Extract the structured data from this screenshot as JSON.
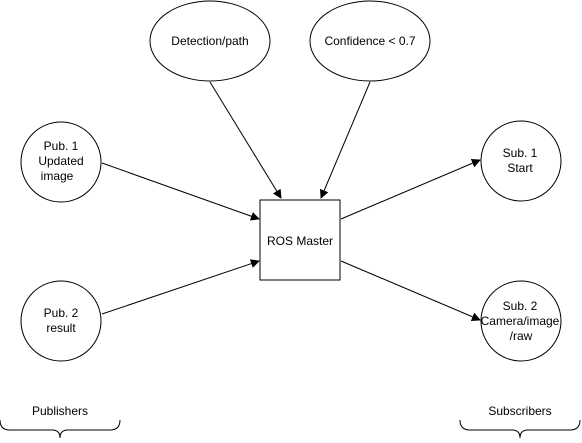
{
  "diagram": {
    "nodes": {
      "detection": {
        "lines": [
          "Detection/path"
        ]
      },
      "confidence": {
        "lines": [
          "Confidence < 0.7"
        ]
      },
      "pub1": {
        "lines": [
          "Pub. 1",
          "Updated",
          "image"
        ]
      },
      "pub2": {
        "lines": [
          "Pub. 2",
          "result"
        ]
      },
      "master": {
        "lines": [
          "ROS Master"
        ]
      },
      "sub1": {
        "lines": [
          "Sub. 1",
          "Start"
        ]
      },
      "sub2": {
        "lines": [
          "Sub. 2",
          "Camera/image",
          "/raw"
        ]
      }
    },
    "groups": {
      "publishers": {
        "label": "Publishers"
      },
      "subscribers": {
        "label": "Subscribers"
      }
    },
    "edges": [
      {
        "from": "detection",
        "to": "master"
      },
      {
        "from": "confidence",
        "to": "master"
      },
      {
        "from": "pub1",
        "to": "master"
      },
      {
        "from": "pub2",
        "to": "master"
      },
      {
        "from": "master",
        "to": "sub1"
      },
      {
        "from": "master",
        "to": "sub2"
      }
    ]
  }
}
